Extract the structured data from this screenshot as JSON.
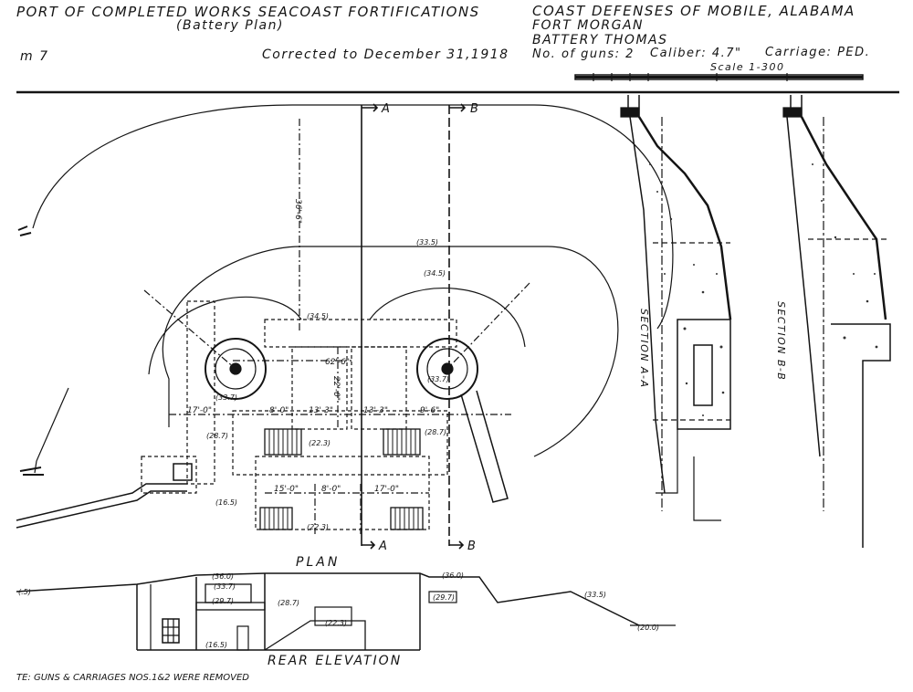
{
  "header": {
    "title_left": "PORT OF COMPLETED WORKS   SEACOAST FORTIFICATIONS",
    "subtitle_left": "(Battery Plan)",
    "sheet": "m 7",
    "corrected": "Corrected to December 31,1918",
    "defense": "COAST DEFENSES OF MOBILE, ALABAMA",
    "fort": "FORT MORGAN",
    "battery": "BATTERY THOMAS",
    "guns": "No. of guns: 2",
    "caliber": "Caliber: 4.7\"",
    "carriage": "Carriage: PED.",
    "scale": "Scale 1-300"
  },
  "labels": {
    "plan": "PLAN",
    "rear_elevation": "REAR ELEVATION",
    "section_aa": "SECTION A-A",
    "section_bb": "SECTION B-B",
    "note": "TE: GUNS & CARRIAGES NOS.1&2 WERE REMOVED",
    "cut_a": "A",
    "cut_b": "B"
  },
  "elevations": {
    "e_33_5_top": "(33.5)",
    "e_34_5_a": "(34.5)",
    "e_34_5_b": "(34.5)",
    "e_33_7_left": "(33.7)",
    "e_33_7_right": "(33.7)",
    "e_28_7_left": "(28.7)",
    "e_28_7_right": "(28.7)",
    "e_22_3": "(22.3)",
    "e_16_5": "(16.5)",
    "e_22_3_lower": "(22.3)",
    "e_36_0_left": "(36.0)",
    "e_33_7_elev": "(33.7)",
    "e_29_7": "(29.7)",
    "e_28_7_elev": "(28.7)",
    "e_22_3_elev": "(22.3)",
    "e_16_5_elev": "(16.5)",
    "e_36_0_right": "(36.0)",
    "e_29_7_right": "(29.7)",
    "e_33_5_right": "(33.5)",
    "e_20_0": "(20.0)",
    "e_left_5": "(.5)"
  },
  "dimensions": {
    "d_36_6": "36'-6\"",
    "d_62_6": "62'-6\"",
    "d_22_0": "22'-0\"",
    "d_13_3_a": "13'-3\"",
    "d_13_3_b": "13'-3\"",
    "d_9_6": "9'-6\"",
    "d_17_0": "17'-0\"",
    "d_8_0": "8'-0\"",
    "d_15_0": "15'-0\"",
    "d_17_0b": "17'-0\"",
    "d_8_0b": "8'-0\""
  }
}
